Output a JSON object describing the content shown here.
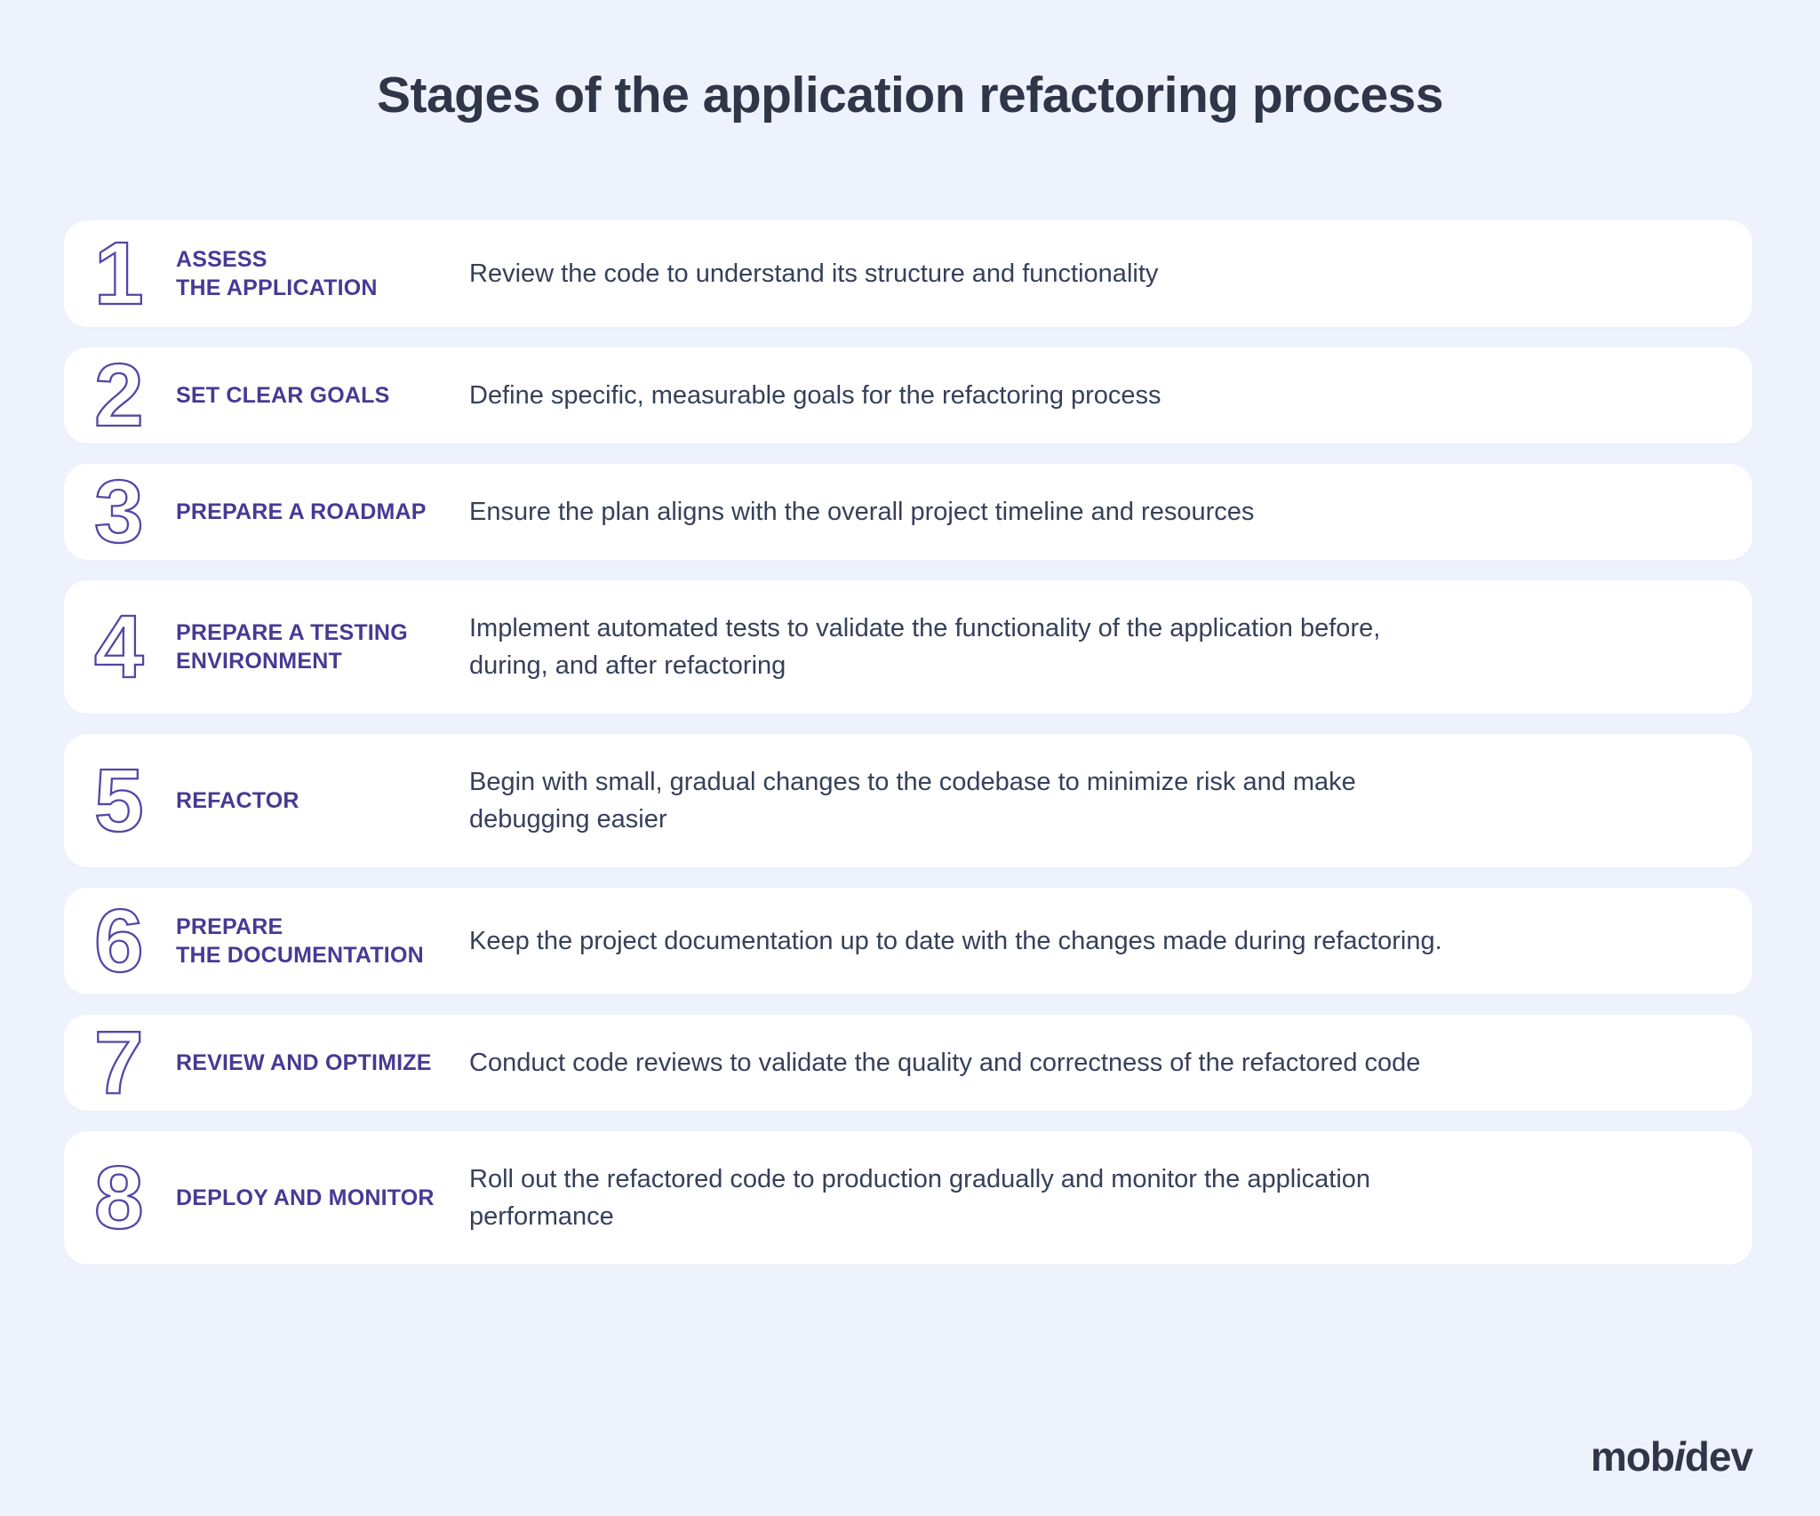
{
  "header": {
    "title": "Stages of the application refactoring process"
  },
  "colors": {
    "background": "#eef2fd",
    "card": "#ffffff",
    "title_text": "#2e3648",
    "accent_purple": "#473a94",
    "number_outline": "#5546a5",
    "description_text": "#36405a"
  },
  "stages": [
    {
      "number": "1",
      "label_line1": "ASSESS",
      "label_line2": "THE APPLICATION",
      "desc_line1": "Review the code to understand its structure and functionality",
      "desc_line2": ""
    },
    {
      "number": "2",
      "label_line1": "SET CLEAR GOALS",
      "label_line2": "",
      "desc_line1": "Define specific, measurable goals for the refactoring process",
      "desc_line2": ""
    },
    {
      "number": "3",
      "label_line1": "PREPARE A ROADMAP",
      "label_line2": "",
      "desc_line1": "Ensure the plan aligns with the overall project timeline and resources",
      "desc_line2": ""
    },
    {
      "number": "4",
      "label_line1": "PREPARE A TESTING",
      "label_line2": "ENVIRONMENT",
      "desc_line1": "Implement automated tests to validate the functionality of the application before,",
      "desc_line2": "during, and after refactoring"
    },
    {
      "number": "5",
      "label_line1": "REFACTOR",
      "label_line2": "",
      "desc_line1": "Begin with small, gradual changes to the codebase to minimize risk and make",
      "desc_line2": "debugging easier"
    },
    {
      "number": "6",
      "label_line1": "PREPARE",
      "label_line2": "THE DOCUMENTATION",
      "desc_line1": "Keep the project documentation up to date with the changes made during refactoring.",
      "desc_line2": ""
    },
    {
      "number": "7",
      "label_line1": "REVIEW AND OPTIMIZE",
      "label_line2": "",
      "desc_line1": "Conduct code reviews to validate the quality and correctness of the refactored code",
      "desc_line2": ""
    },
    {
      "number": "8",
      "label_line1": "DEPLOY AND MONITOR",
      "label_line2": "",
      "desc_line1": "Roll out the refactored code to production gradually and monitor the application",
      "desc_line2": "performance"
    }
  ],
  "footer": {
    "brand_part1": "mob",
    "brand_italic": "i",
    "brand_part2": "dev"
  }
}
